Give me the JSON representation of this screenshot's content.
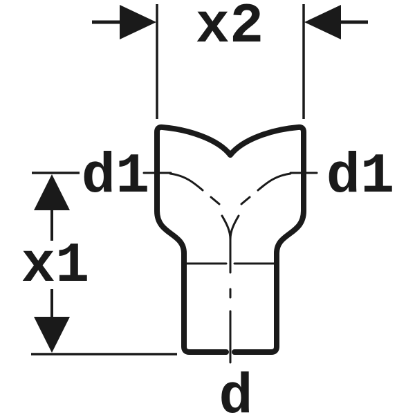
{
  "drawing": {
    "subject": "Y-branch pipe fitting dimension drawing",
    "background_color": "#ffffff",
    "line_color": "#1a1a1a",
    "labels": {
      "width_top": "x2",
      "branch_diameter_left": "d1",
      "branch_diameter_right": "d1",
      "height_left": "x1",
      "outlet_diameter_bottom": "d"
    }
  }
}
